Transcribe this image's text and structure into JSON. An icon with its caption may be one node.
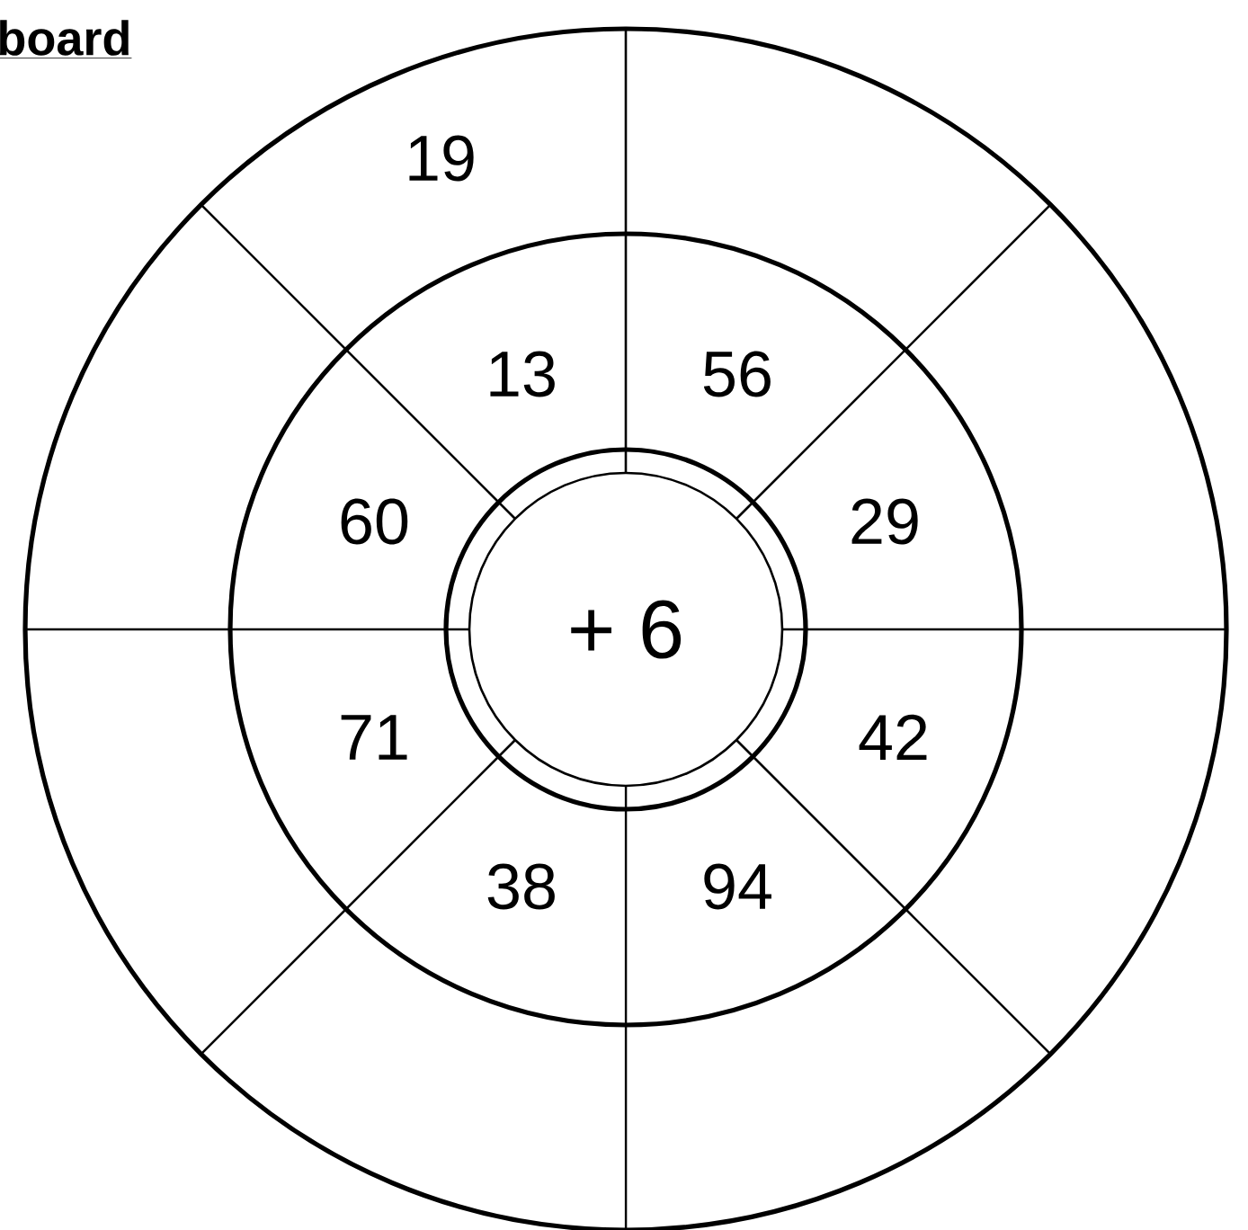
{
  "diagram": {
    "title": "board",
    "nodes": [
      {
        "text": [
          "+ 6"
        ]
      }
    ],
    "labels": [
      "19",
      "13",
      "56",
      "60",
      "29",
      "71",
      "42",
      "38",
      "94"
    ]
  }
}
